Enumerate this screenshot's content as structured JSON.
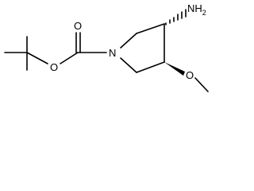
{
  "molecule": {
    "atoms": {
      "amine": "NH",
      "amine_sub": "2",
      "ring_nitrogen": "N",
      "ester_oxygen": "O",
      "carbonyl_oxygen": "O",
      "methoxy_oxygen": "O"
    }
  }
}
